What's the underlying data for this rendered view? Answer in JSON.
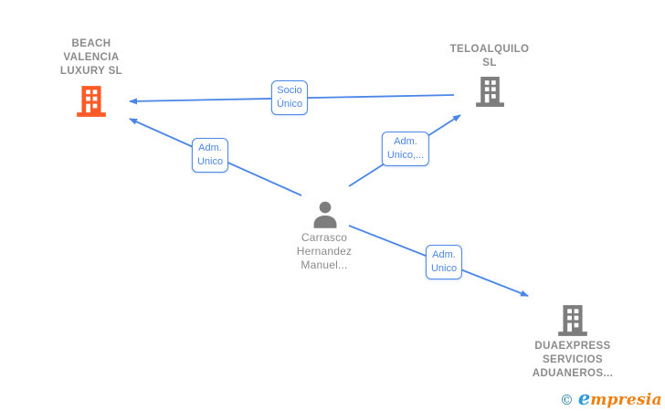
{
  "colors": {
    "edge_blue": "#4a86e8",
    "highlighted_company_orange": "#ff5a26",
    "node_icon_gray": "#7d7d7d",
    "node_text_gray": "#8b8b8b",
    "logo_copyright_teal": "#1d7a9e",
    "logo_e_blue": "#2e9bd6",
    "logo_rest_orange": "#ee7f10"
  },
  "nodes": [
    {
      "id": "beach-valencia",
      "type": "company",
      "highlighted": true,
      "icon": "building-icon",
      "label": "BEACH VALENCIA LUXURY SL"
    },
    {
      "id": "teloalquilo",
      "type": "company",
      "highlighted": false,
      "icon": "building-icon",
      "label": "TELOALQUILO SL"
    },
    {
      "id": "carrasco",
      "type": "person",
      "highlighted": false,
      "icon": "person-icon",
      "label": "Carrasco Hernandez Manuel..."
    },
    {
      "id": "duaexpress",
      "type": "company",
      "highlighted": false,
      "icon": "building-icon",
      "label": "DUAEXPRESS SERVICIOS ADUANEROS..."
    }
  ],
  "edges": [
    {
      "from": "teloalquilo",
      "to": "beach-valencia",
      "label": "Socio Único",
      "lines": [
        "Socio",
        "Único"
      ]
    },
    {
      "from": "carrasco",
      "to": "beach-valencia",
      "label": "Adm. Unico",
      "lines": [
        "Adm.",
        "Unico"
      ]
    },
    {
      "from": "carrasco",
      "to": "teloalquilo",
      "label": "Adm. Unico,...",
      "lines": [
        "Adm.",
        "Unico,..."
      ]
    },
    {
      "from": "carrasco",
      "to": "duaexpress",
      "label": "Adm. Unico",
      "lines": [
        "Adm.",
        "Unico"
      ]
    }
  ],
  "watermark": {
    "copyright": "©",
    "brand_first_letter": "e",
    "brand_rest": "mpresia"
  }
}
